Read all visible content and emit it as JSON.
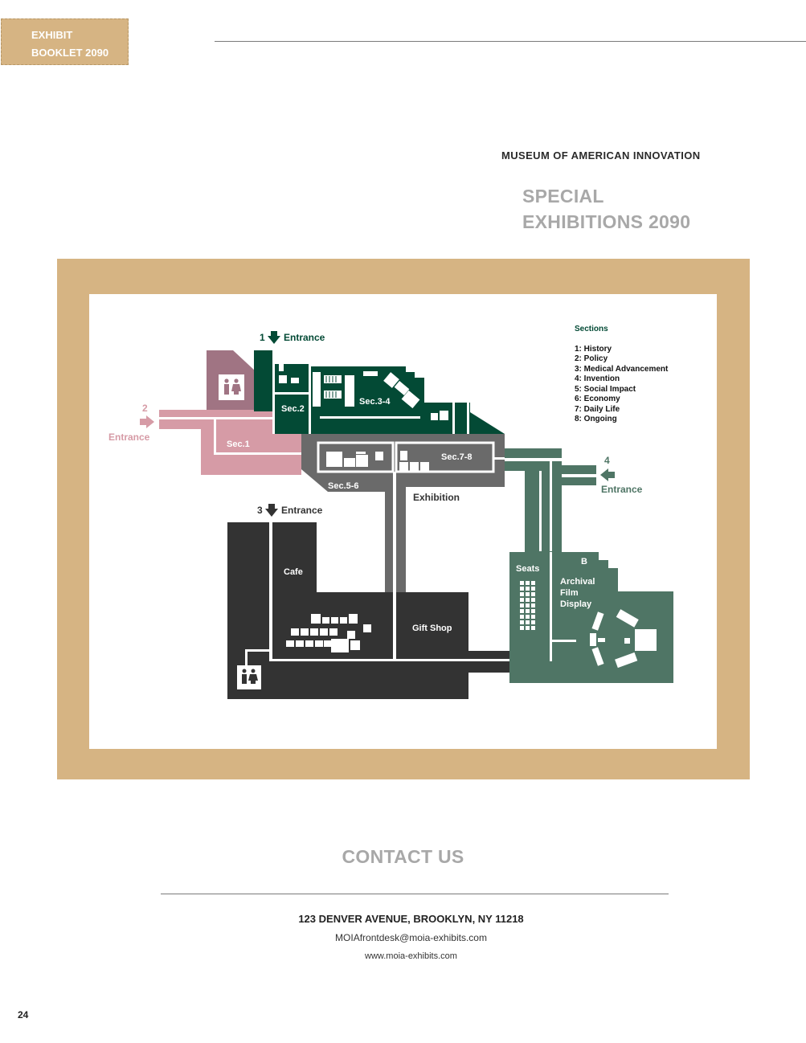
{
  "header": {
    "badge_line1": "EXHIBIT",
    "badge_line2": "BOOKLET 2090",
    "museum_name": "MUSEUM OF AMERICAN INNOVATION",
    "title_line1": "SPECIAL",
    "title_line2": "EXHIBITIONS 2090"
  },
  "map": {
    "entrances": {
      "e1_num": "1",
      "e1_label": "Entrance",
      "e2_num": "2",
      "e2_label": "Entrance",
      "e3_num": "3",
      "e3_label": "Entrance",
      "e4_num": "4",
      "e4_label": "Entrance"
    },
    "labels": {
      "sec1": "Sec.1",
      "sec2": "Sec.2",
      "sec34": "Sec.3-4",
      "sec56": "Sec.5-6",
      "sec78": "Sec.7-8",
      "exhibition": "Exhibition",
      "cafe": "Cafe",
      "gift_shop": "Gift Shop",
      "seats": "Seats",
      "b": "B",
      "archival1": "Archival",
      "archival2": "Film",
      "archival3": "Display"
    },
    "legend": {
      "title": "Sections",
      "items": [
        "1: History",
        "2: Policy",
        "3: Medical Advancement",
        "4: Invention",
        "5: Social Impact",
        "6: Economy",
        "7: Daily Life",
        "8: Ongoing"
      ]
    },
    "colors": {
      "dark_green": "#034a35",
      "pink": "#d69ba6",
      "mauve": "#a07483",
      "gray": "#6a6a6a",
      "charcoal": "#333333",
      "sage": "#4f7565"
    }
  },
  "contact": {
    "title": "CONTACT US",
    "address": "123 DENVER AVENUE, BROOKLYN, NY 11218",
    "email": "MOIAfrontdesk@moia-exhibits.com",
    "website": "www.moia-exhibits.com"
  },
  "page_number": "24"
}
